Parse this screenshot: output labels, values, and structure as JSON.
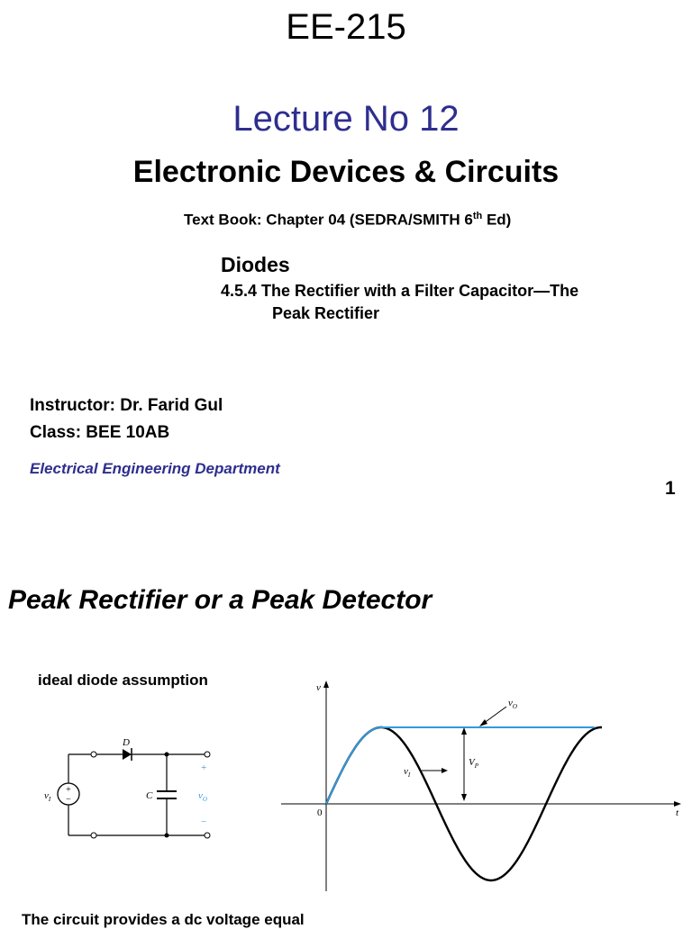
{
  "slide1": {
    "course_code": "EE-215",
    "lecture": "Lecture  No 12",
    "subject": "Electronic Devices & Circuits",
    "textbook": "Text Book: Chapter 04 (SEDRA/SMITH   6",
    "textbook_sup": "th",
    "textbook_end": " Ed)",
    "topic": "Diodes",
    "section_line1": "4.5.4 The Rectifier with a Filter Capacitor—The",
    "section_line2": "Peak Rectifier",
    "instructor": "Instructor: Dr. Farid Gul",
    "class": "Class: BEE 10AB",
    "department": "Electrical  Engineering Department",
    "page_number": "1"
  },
  "slide2": {
    "title": "Peak Rectifier or a Peak Detector",
    "assumption": "ideal diode assumption",
    "circuit": {
      "diode_label": "D",
      "capacitor_label": "C",
      "input_label": "v",
      "input_sub": "I",
      "output_label": "v",
      "output_sub": "O",
      "plus": "+",
      "minus": "−",
      "source_plus": "+",
      "source_minus": "−"
    },
    "graph": {
      "y_axis": "v",
      "x_axis": "t",
      "origin": "0",
      "vo_label": "v",
      "vo_sub": "O",
      "vi_label": "v",
      "vi_sub": "I",
      "vp_label": "V",
      "vp_sub": "P",
      "colors": {
        "vo": "#3399dd",
        "vi": "#000000"
      }
    },
    "partial_bottom_text": "The circuit provides a dc voltage equal"
  }
}
